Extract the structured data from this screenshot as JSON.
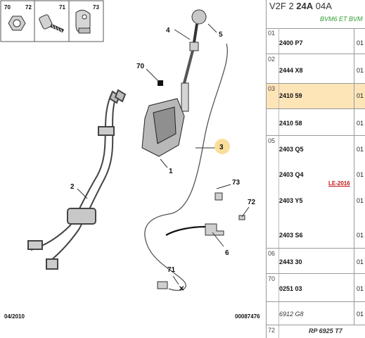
{
  "diagram": {
    "callouts": [
      "70",
      "72",
      "71",
      "73",
      "4",
      "5",
      "70",
      "1",
      "3",
      "2",
      "73",
      "72",
      "6",
      "71"
    ],
    "footer_left": "04/2010",
    "footer_right": "00087476"
  },
  "panel": {
    "header": {
      "code_a": "V2F 2 ",
      "code_b": "24A",
      "code_c": " 04A",
      "subtitle": "BVM6 ET BVM"
    },
    "rows": [
      {
        "idx": "01",
        "refs": [
          "2400 P7"
        ],
        "qty": "01"
      },
      {
        "idx": "02",
        "refs": [
          "2444 X8"
        ],
        "qty": "01"
      },
      {
        "idx": "03",
        "refs": [
          "2410 59"
        ],
        "qty": "01",
        "selected": true
      },
      {
        "idx": "",
        "refs": [
          "2410 58"
        ],
        "qty": "01"
      },
      {
        "idx": "05",
        "refs": [
          "2403 Q5",
          "2403 Q4",
          "2403 Y5",
          "2403 S6"
        ],
        "qty": [
          "01",
          "01",
          "01",
          "01"
        ],
        "note": "LE-2016"
      },
      {
        "idx": "06",
        "refs": [
          "2443 30"
        ],
        "qty": "01"
      },
      {
        "idx": "70",
        "refs": [
          "0251 03"
        ],
        "qty": "01"
      },
      {
        "idx": "",
        "refs": [
          "6912 G8"
        ],
        "qty": "01"
      },
      {
        "idx": "72",
        "refs": [
          "RP 6925 T7"
        ],
        "qty": ""
      }
    ]
  },
  "colors": {
    "highlight": "#fde5b8",
    "callout_highlight": "#f8d98a",
    "subtitle_green": "#2f9a2f",
    "note_red": "#c01515"
  }
}
